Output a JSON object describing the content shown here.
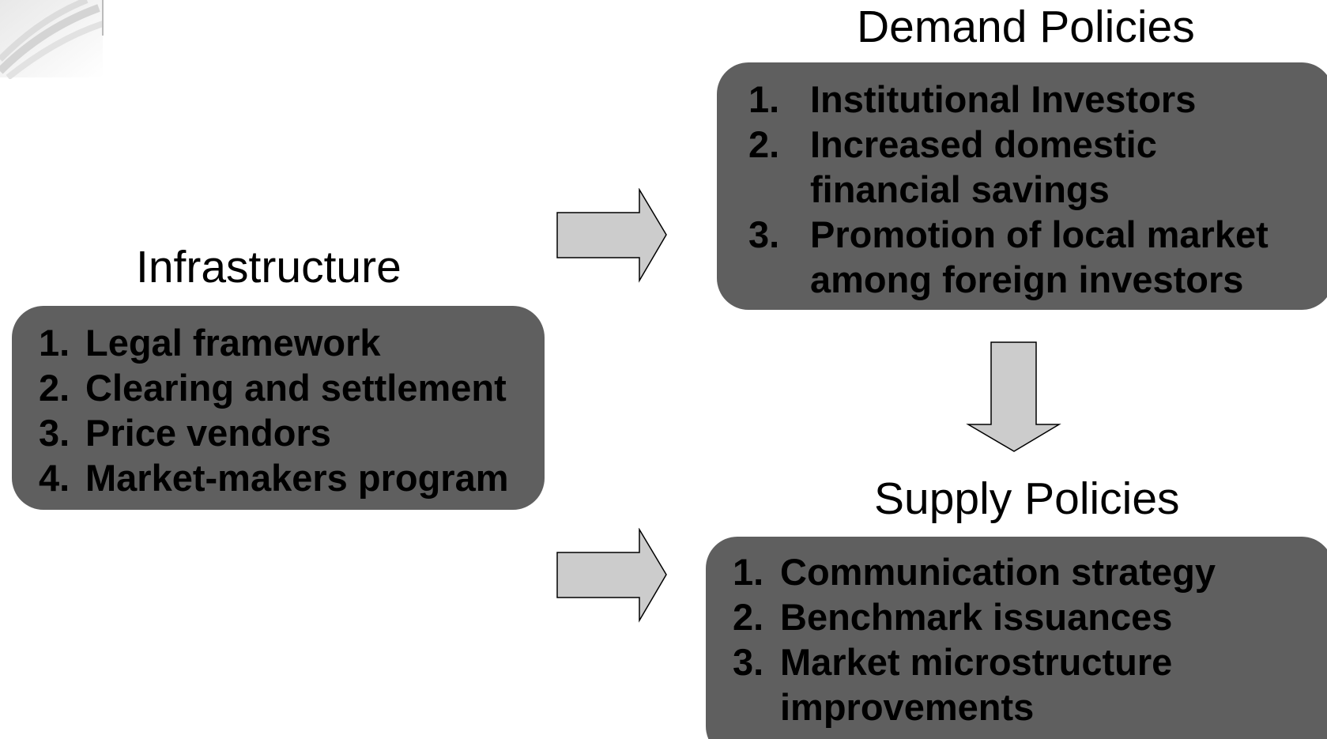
{
  "infrastructure": {
    "heading": "Infrastructure",
    "items": [
      {
        "num": "1.",
        "text": "Legal framework"
      },
      {
        "num": "2.",
        "text": "Clearing and settlement"
      },
      {
        "num": "3.",
        "text": "Price vendors"
      },
      {
        "num": "4.",
        "text": "Market-makers program"
      }
    ]
  },
  "demand": {
    "heading": "Demand Policies",
    "items": [
      {
        "num": "1.",
        "lines": [
          "Institutional Investors"
        ]
      },
      {
        "num": "2.",
        "lines": [
          "Increased domestic",
          "financial savings"
        ]
      },
      {
        "num": "3.",
        "lines": [
          "Promotion of local market",
          "among foreign investors"
        ]
      }
    ]
  },
  "supply": {
    "heading": "Supply Policies",
    "items": [
      {
        "num": "1.",
        "lines": [
          "Communication strategy"
        ]
      },
      {
        "num": "2.",
        "lines": [
          "Benchmark issuances"
        ]
      },
      {
        "num": "3.",
        "lines": [
          "Market microstructure",
          "improvements"
        ]
      }
    ]
  },
  "colors": {
    "box_fill": "#5f5f5f",
    "arrow_fill": "#cccccc",
    "arrow_stroke": "#000000",
    "text": "#000000"
  }
}
